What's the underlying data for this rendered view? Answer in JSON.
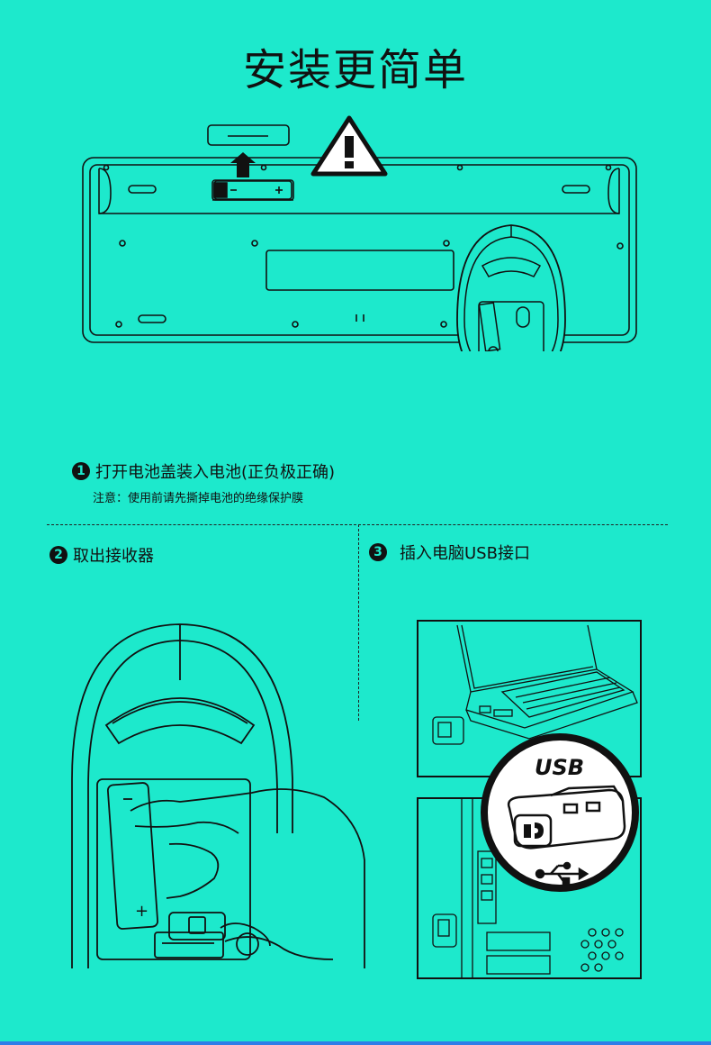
{
  "title": "安装更简单",
  "steps": [
    {
      "num": "1",
      "text": "打开电池盖装入电池(正负极正确)"
    },
    {
      "num": "2",
      "text": "取出接收器"
    },
    {
      "num": "3",
      "text": "插入电脑USB接口"
    }
  ],
  "note": "注意：使用前请先撕掉电池的绝缘保护膜",
  "usb_label": "USB",
  "battery_minus": "−",
  "battery_plus": "+",
  "colors": {
    "background": "#1de9cc",
    "line": "#111111"
  }
}
